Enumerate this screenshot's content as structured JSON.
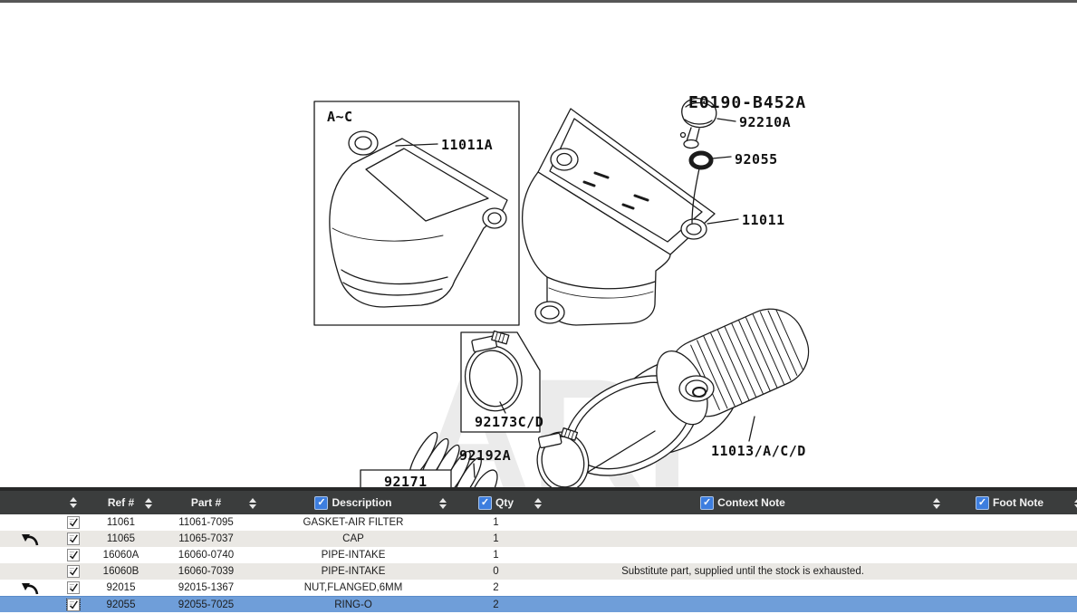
{
  "page": {
    "top_strip_color": "#575757",
    "colors": {
      "table_header_bg": "#3b3d3d",
      "table_header_strip": "#272828",
      "row_alt_bg": "#eae8e4",
      "row_highlight_bg": "#6f9ed9",
      "checkbox_blue": "#3d7edf",
      "line_art": "#1b1b1b",
      "watermark_gray": "#ebebeb"
    }
  },
  "diagram": {
    "assembly_code": "E0190-B452A",
    "view_label": "A~C",
    "watermark": "ARI",
    "part_labels": {
      "cover": "11011A",
      "breather": "92210A",
      "oring": "92055",
      "housing": "11011",
      "clamp": "92173C/D",
      "boot": "92192A",
      "duct_box": "92171",
      "element": "11013/A/C/D"
    }
  },
  "table": {
    "columns": {
      "ref": "Ref #",
      "part": "Part #",
      "desc": "Description",
      "qty": "Qty",
      "context": "Context Note",
      "foot": "Foot Note"
    },
    "rows": [
      {
        "ref": "11061",
        "part": "11061-7095",
        "desc": "GASKET-AIR FILTER",
        "qty": "1",
        "context": "",
        "foot": ""
      },
      {
        "ref": "11065",
        "part": "11065-7037",
        "desc": "CAP",
        "qty": "1",
        "context": "",
        "foot": ""
      },
      {
        "ref": "16060A",
        "part": "16060-0740",
        "desc": "PIPE-INTAKE",
        "qty": "1",
        "context": "",
        "foot": ""
      },
      {
        "ref": "16060B",
        "part": "16060-7039",
        "desc": "PIPE-INTAKE",
        "qty": "0",
        "context": "Substitute part, supplied until the stock is exhausted.",
        "foot": ""
      },
      {
        "ref": "92015",
        "part": "92015-1367",
        "desc": "NUT,FLANGED,6MM",
        "qty": "2",
        "context": "",
        "foot": ""
      },
      {
        "ref": "92055",
        "part": "92055-7025",
        "desc": "RING-O",
        "qty": "2",
        "context": "",
        "foot": ""
      }
    ]
  }
}
